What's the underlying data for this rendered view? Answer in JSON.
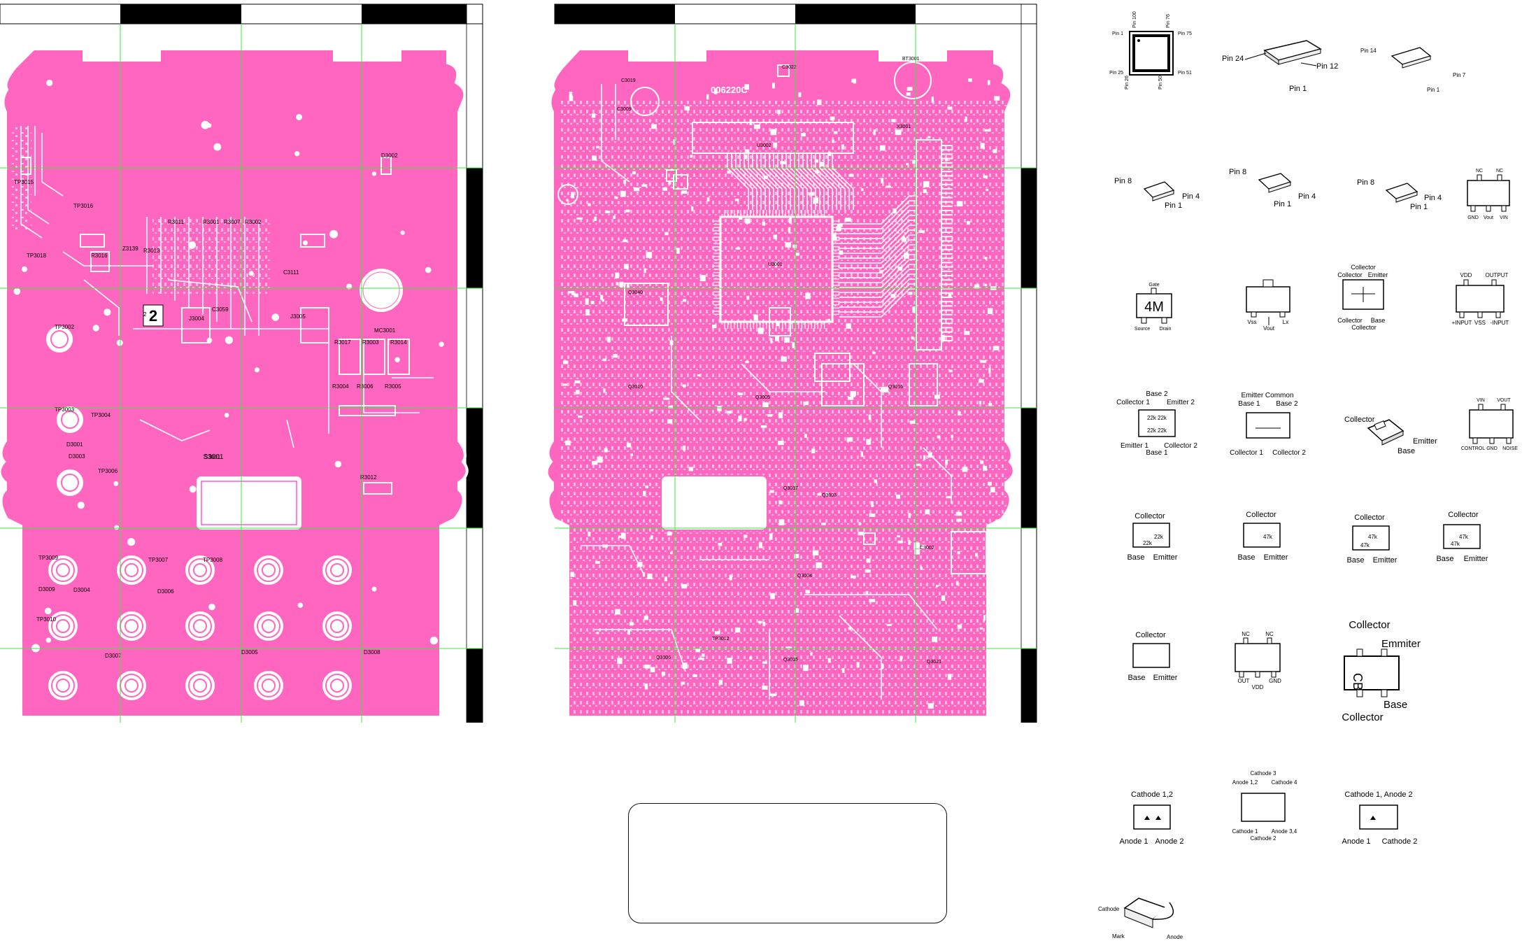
{
  "colors": {
    "pcb": "#ff66bf",
    "trace": "#ffffff",
    "grid": "#33ee33",
    "ink": "#000000",
    "warning": "#dd1111"
  },
  "board1": {
    "refs": [
      "TP3015",
      "TP3016",
      "TP3018",
      "R3016",
      "Z3139",
      "R3013",
      "2",
      "J3004",
      "C3059",
      "J3005",
      "MC3001",
      "D3002",
      "TP3002",
      "R3017",
      "R3003",
      "R3014",
      "R3004",
      "R3006",
      "R3005",
      "TP3003",
      "TP3004",
      "D3001",
      "D3003",
      "TP3006",
      "S3001",
      "TP3007",
      "TP3008",
      "TP3009",
      "TP3010",
      "D3009",
      "D3004",
      "D3006",
      "D3007",
      "D3005",
      "D3008",
      "R3012",
      "R3011",
      "R3001",
      "R3007",
      "R3002",
      "C3111"
    ],
    "center_ref": "S3001",
    "badge": "2"
  },
  "board2": {
    "code": "006220C",
    "refs": [
      "U3002",
      "U3001",
      "Q3040",
      "Q3010",
      "Q3015",
      "Q3021",
      "Q3005",
      "X3001",
      "BT3001",
      "C3009",
      "C3019",
      "TP3012",
      "Q3006",
      "Q3016",
      "Q3017",
      "Q3003",
      "Q3004",
      "C3002",
      "C3022"
    ]
  },
  "packages": {
    "qfp": {
      "pins": [
        "Pin 100",
        "Pin 76",
        "Pin 1",
        "Pin 75",
        "Pin 25",
        "Pin 51",
        "Pin 26",
        "Pin 50"
      ]
    },
    "tssop24": {
      "pins": [
        "Pin 24",
        "Pin 12",
        "Pin 1"
      ]
    },
    "tssop14": {
      "pins": [
        "Pin 14",
        "Pin 7",
        "Pin 1"
      ]
    },
    "so8a": {
      "pins": [
        "Pin 8",
        "Pin 4",
        "Pin 1"
      ]
    },
    "so8b": {
      "pins": [
        "Pin 8",
        "Pin 4",
        "Pin 1"
      ]
    },
    "so8c": {
      "pins": [
        "Pin 8",
        "Pin 4",
        "Pin 1"
      ]
    },
    "sot5a": {
      "top": [
        "NC",
        "NC"
      ],
      "bottom": [
        "GND",
        "Vout",
        "VIN"
      ]
    },
    "fet4m": {
      "mark": "4M",
      "top": "Gate",
      "bottom": [
        "Source",
        "Drain"
      ]
    },
    "reg3": {
      "bottom": [
        "Vss",
        "Lx"
      ],
      "out": "Vout"
    },
    "trans_ce": {
      "top1": "Collector",
      "top2": "Collector",
      "top3": "Emitter",
      "bot1": "Collector",
      "bot2": "Base",
      "bot3": "Collector"
    },
    "opamp": {
      "top": [
        "VDD",
        "OUTPUT"
      ],
      "bottom": [
        "+INPUT",
        "VSS",
        "-INPUT"
      ]
    },
    "dualtr": {
      "top": "Base 2",
      "top2": [
        "Collector 1",
        "Emitter 2"
      ],
      "bot": [
        "Emitter 1",
        "Collector 2"
      ],
      "bot2": "Base 1",
      "r": [
        "22k",
        "22k",
        "22k",
        "22k"
      ]
    },
    "emitcommon": {
      "top": "Emitter Common",
      "top2": [
        "Base 1",
        "Base 2"
      ],
      "bot": [
        "Collector 1",
        "Collector 2"
      ]
    },
    "dpak": {
      "pins": [
        "Collector",
        "Emitter",
        "Base"
      ]
    },
    "sot5b": {
      "top": [
        "VIN",
        "VOUT"
      ],
      "bottom": [
        "CONTROL",
        "GND",
        "NOISE"
      ]
    },
    "dtr1": {
      "top": "Collector",
      "bot": [
        "Base",
        "Emitter"
      ],
      "r": [
        "22k",
        "22k"
      ]
    },
    "dtr2": {
      "top": "Collector",
      "bot": [
        "Base",
        "Emitter"
      ],
      "r": [
        "47k"
      ]
    },
    "dtr3": {
      "top": "Collector",
      "bot": [
        "Base",
        "Emitter"
      ],
      "r": [
        "47k",
        "47k"
      ]
    },
    "dtr4": {
      "top": "Collector",
      "bot": [
        "Base",
        "Emitter"
      ],
      "r": [
        "47k",
        "47k"
      ]
    },
    "tr_plain": {
      "top": "Collector",
      "bot": [
        "Base",
        "Emitter"
      ]
    },
    "sot5c": {
      "top": [
        "NC",
        "NC"
      ],
      "bottom": [
        "OUT",
        "GND"
      ],
      "mid": "VDD"
    },
    "big": {
      "top": "Collector",
      "right": "Emmiter",
      "mark": "CB",
      "r2": "Base",
      "bot": "Collector"
    },
    "diode_cc": {
      "top": "Cathode 1,2",
      "bot": [
        "Anode 1",
        "Anode 2"
      ]
    },
    "diode4": {
      "top": "Cathode 3",
      "top2": [
        "Anode 1,2",
        "Cathode 4"
      ],
      "bot": [
        "Cathode 1",
        "Anode 3,4"
      ],
      "bot2": "Cathode 2"
    },
    "diode_ser": {
      "top": "Cathode 1, Anode 2",
      "bot": [
        "Anode 1",
        "Cathode 2"
      ]
    },
    "led": {
      "pins": [
        "Cathode",
        "Mark",
        "Anode"
      ]
    }
  }
}
